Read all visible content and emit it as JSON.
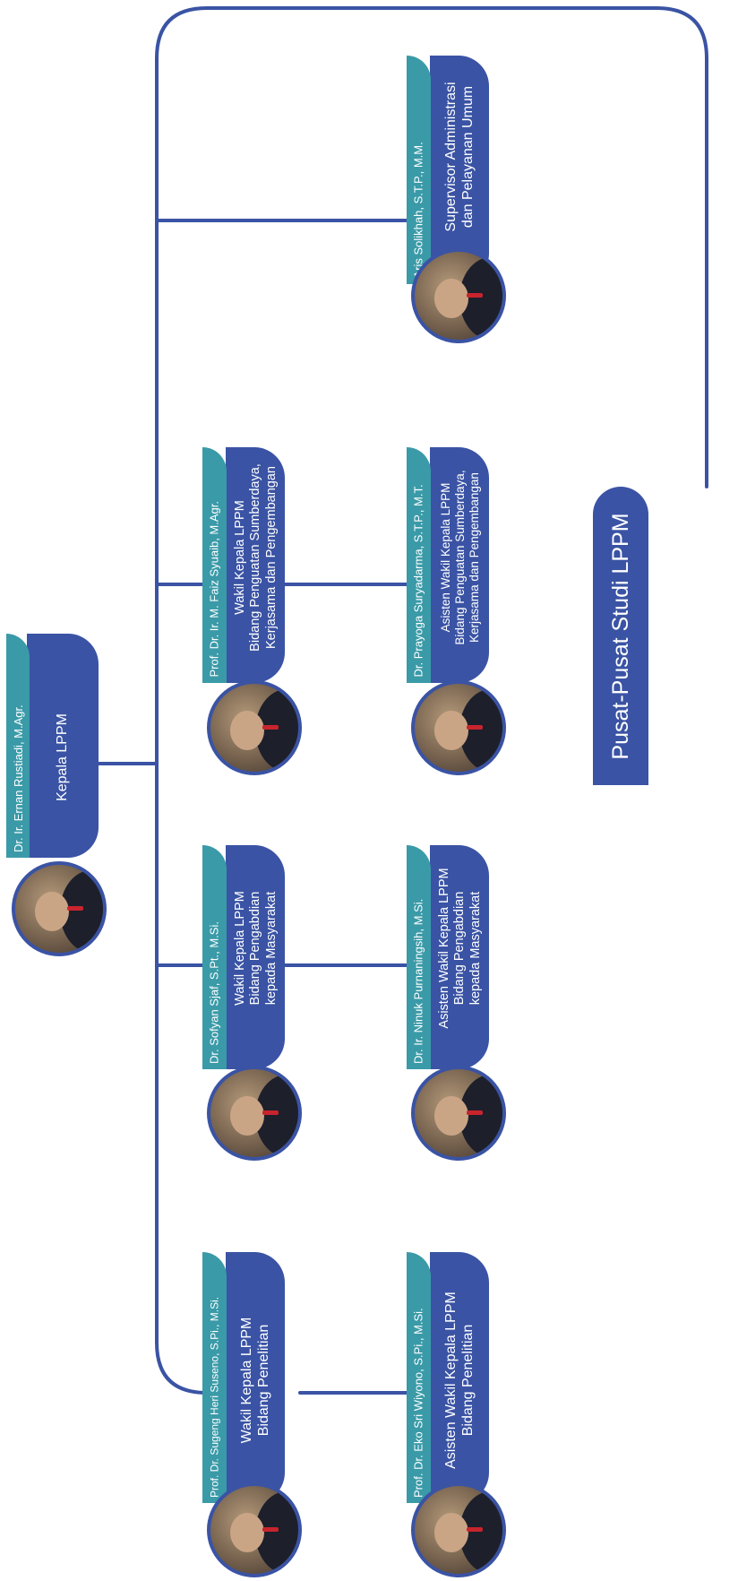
{
  "colors": {
    "line": "#3a53a4",
    "teal": "#3a9aa8",
    "blue": "#3a53a4",
    "white": "#ffffff"
  },
  "head": {
    "name": "Dr. Ir. Ernan Rustiadi, M.Agr.",
    "role": "Kepala LPPM"
  },
  "wakil": [
    {
      "name": "Prof. Dr. Ir. M. Faiz Syuaib, M.Agr.",
      "role": [
        "Wakil Kepala LPPM",
        "Bidang Penguatan Sumberdaya,",
        "Kerjasama dan Pengembangan"
      ]
    },
    {
      "name": "Dr. Sofyan Sjaf, S.Pt., M.Si.",
      "role": [
        "Wakil Kepala LPPM",
        "Bidang Pengabdian",
        "kepada Masyarakat"
      ]
    },
    {
      "name": "Prof. Dr. Sugeng Heri Suseno, S.Pi., M.Si.",
      "role": [
        "Wakil Kepala LPPM",
        "Bidang Penelitian"
      ]
    }
  ],
  "asisten": [
    {
      "name": "Aris Solikhah, S.T.P., M.M.",
      "role": [
        "Supervisor Administrasi",
        "dan Pelayanan Umum"
      ]
    },
    {
      "name": "Dr. Prayoga Suryadarma, S.T.P., M.T.",
      "role": [
        "Asisten Wakil Kepala LPPM",
        "Bidang Penguatan Sumberdaya,",
        "Kerjasama dan Pengembangan"
      ]
    },
    {
      "name": "Dr. Ir. Ninuk Purnaningsih, M.Si.",
      "role": [
        "Asisten Wakil Kepala LPPM",
        "Bidang Pengabdian",
        "kepada Masyarakat"
      ]
    },
    {
      "name": "Prof. Dr. Eko Sri Wiyono, S.Pi., M.Si.",
      "role": [
        "Asisten Wakil Kepala LPPM",
        "Bidang Penelitian"
      ]
    }
  ],
  "pusat": {
    "label": "Pusat-Pusat Studi LPPM"
  }
}
